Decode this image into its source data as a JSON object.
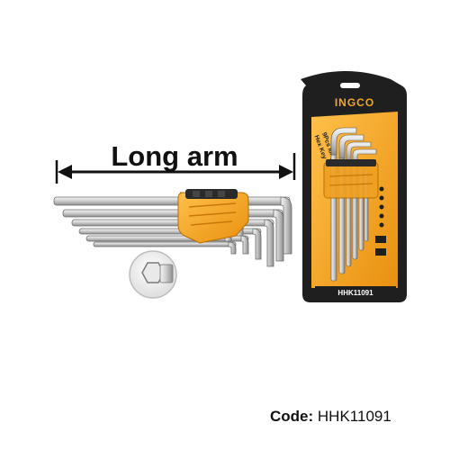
{
  "arrow_label": "Long arm",
  "brand": "INGCO",
  "package": {
    "title_line1": "9Pcs long arm",
    "title_line2": "Hex Key",
    "model": "HHK11091"
  },
  "code": {
    "label": "Code:",
    "value": "HHK11091"
  },
  "colors": {
    "accent": "#f5a623",
    "package_dark": "#1f1f1f",
    "steel": "#d8d8d8"
  }
}
